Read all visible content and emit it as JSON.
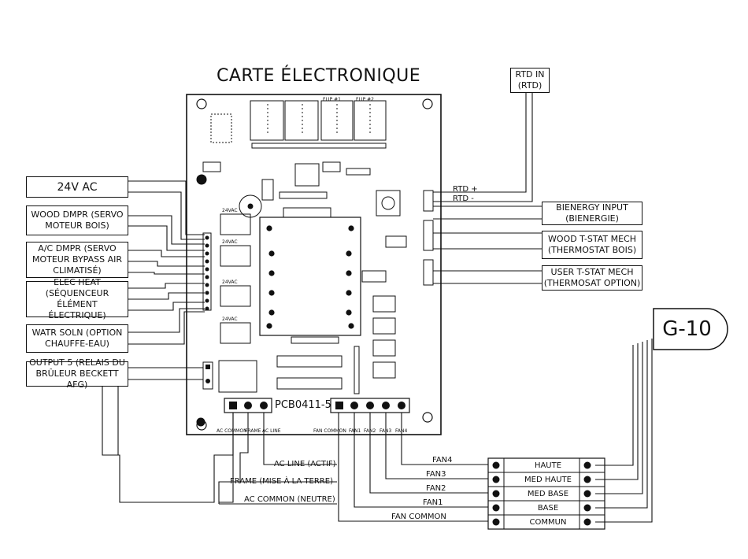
{
  "title": "CARTE ÉLECTRONIQUE",
  "pcb_code": "PCB0411-5",
  "rtd_box": [
    "RTD IN",
    "(RTD)"
  ],
  "rtd_terminals": [
    "RTD +",
    "RTD -"
  ],
  "left_boxes": [
    {
      "lines": [
        "24V AC"
      ]
    },
    {
      "lines": [
        "WOOD DMPR (SERVO",
        "MOTEUR BOIS)"
      ]
    },
    {
      "lines": [
        "A/C DMPR (SERVO",
        "MOTEUR BYPASS AIR",
        "CLIMATISÉ)"
      ]
    },
    {
      "lines": [
        "ELEC HEAT",
        "(SÉQUENCEUR ÉLÉMENT",
        "ÉLECTRIQUE)"
      ]
    },
    {
      "lines": [
        "WATR SOLN (OPTION",
        "CHAUFFE-EAU)"
      ]
    },
    {
      "lines": [
        "OUTPUT 5 (RELAIS DU",
        "BRÛLEUR BECKETT AFG)"
      ]
    }
  ],
  "right_boxes": [
    {
      "lines": [
        "BIENERGY INPUT",
        "(BIENERGIE)"
      ]
    },
    {
      "lines": [
        "WOOD T-STAT MECH",
        "(THERMOSTAT BOIS)"
      ]
    },
    {
      "lines": [
        "USER T-STAT MECH",
        "(THERMOSAT OPTION)"
      ]
    }
  ],
  "g10_label": "G-10",
  "ac_terminals": [
    "AC COMMON",
    "FRAME",
    "AC LINE"
  ],
  "fan_terminals": [
    "FAN COMMON",
    "FAN1",
    "FAN2",
    "FAN3",
    "FAN4"
  ],
  "ac_wire_labels": [
    "AC LINE (ACTIF)",
    "FRAME (MISE À LA TERRE)",
    "AC COMMON (NEUTRE)"
  ],
  "fan_wire_labels": [
    "FAN4",
    "FAN3",
    "FAN2",
    "FAN1",
    "FAN COMMON"
  ],
  "speed_labels": [
    "HAUTE",
    "MED HAUTE",
    "MED BASE",
    "BASE",
    "COMMUN"
  ],
  "board_marks": [
    "24VAC",
    "24VAC",
    "24VAC",
    "24VAC",
    "FLIP #1",
    "FLIP #2"
  ]
}
